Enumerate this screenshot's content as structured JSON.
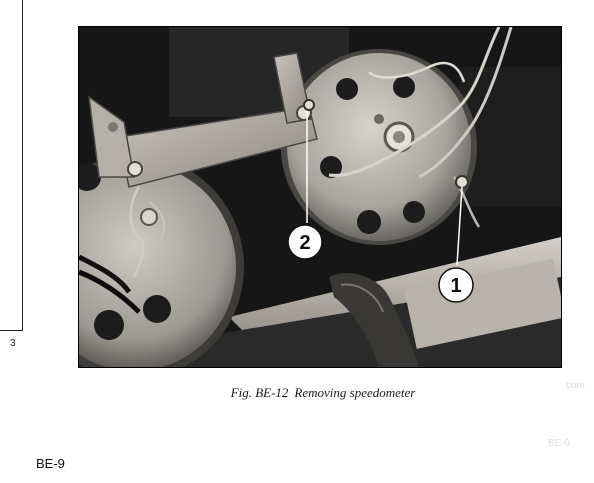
{
  "page": {
    "page_number": "BE-9",
    "left_frame_number": "3"
  },
  "figure": {
    "label": "Fig. BE-12",
    "title": "Removing speedometer",
    "callouts": [
      {
        "number": "2"
      },
      {
        "number": "1"
      }
    ]
  },
  "bleed_through": {
    "right_top": "com",
    "right_bottom": "BE-9"
  }
}
